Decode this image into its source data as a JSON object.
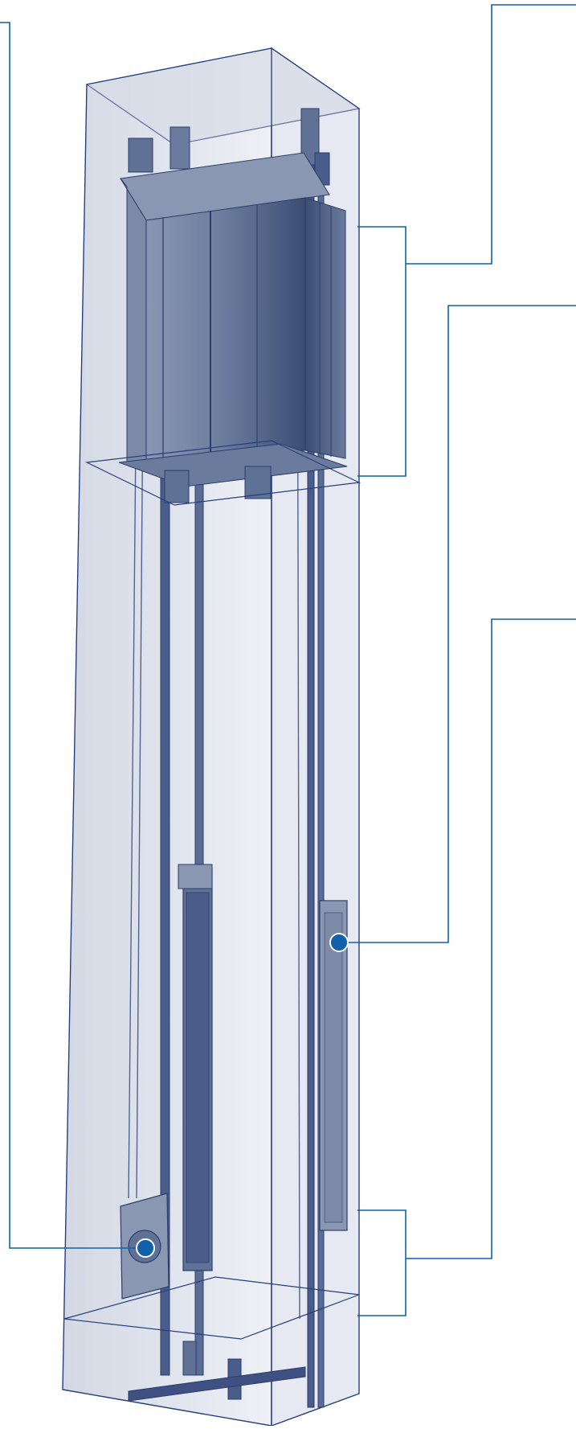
{
  "diagram": {
    "subject": "elevator-shaft-cutaway",
    "callouts": [
      {
        "id": "counterweight-pulley",
        "marker": "dot"
      },
      {
        "id": "car-top-section",
        "marker": "bracket"
      },
      {
        "id": "counterweight",
        "marker": "dot"
      },
      {
        "id": "pit-section",
        "marker": "bracket"
      }
    ]
  },
  "colors": {
    "shaft_fill": "#dfe3ed",
    "shaft_edge": "#24407c",
    "car_fill": "#5f7195",
    "car_dark": "#3c4d74",
    "car_light": "#8a97b3",
    "rail": "#3e5182",
    "callout_line": "#1060ac",
    "dot_fill": "#1060ac",
    "dot_ring": "#ffffff"
  }
}
